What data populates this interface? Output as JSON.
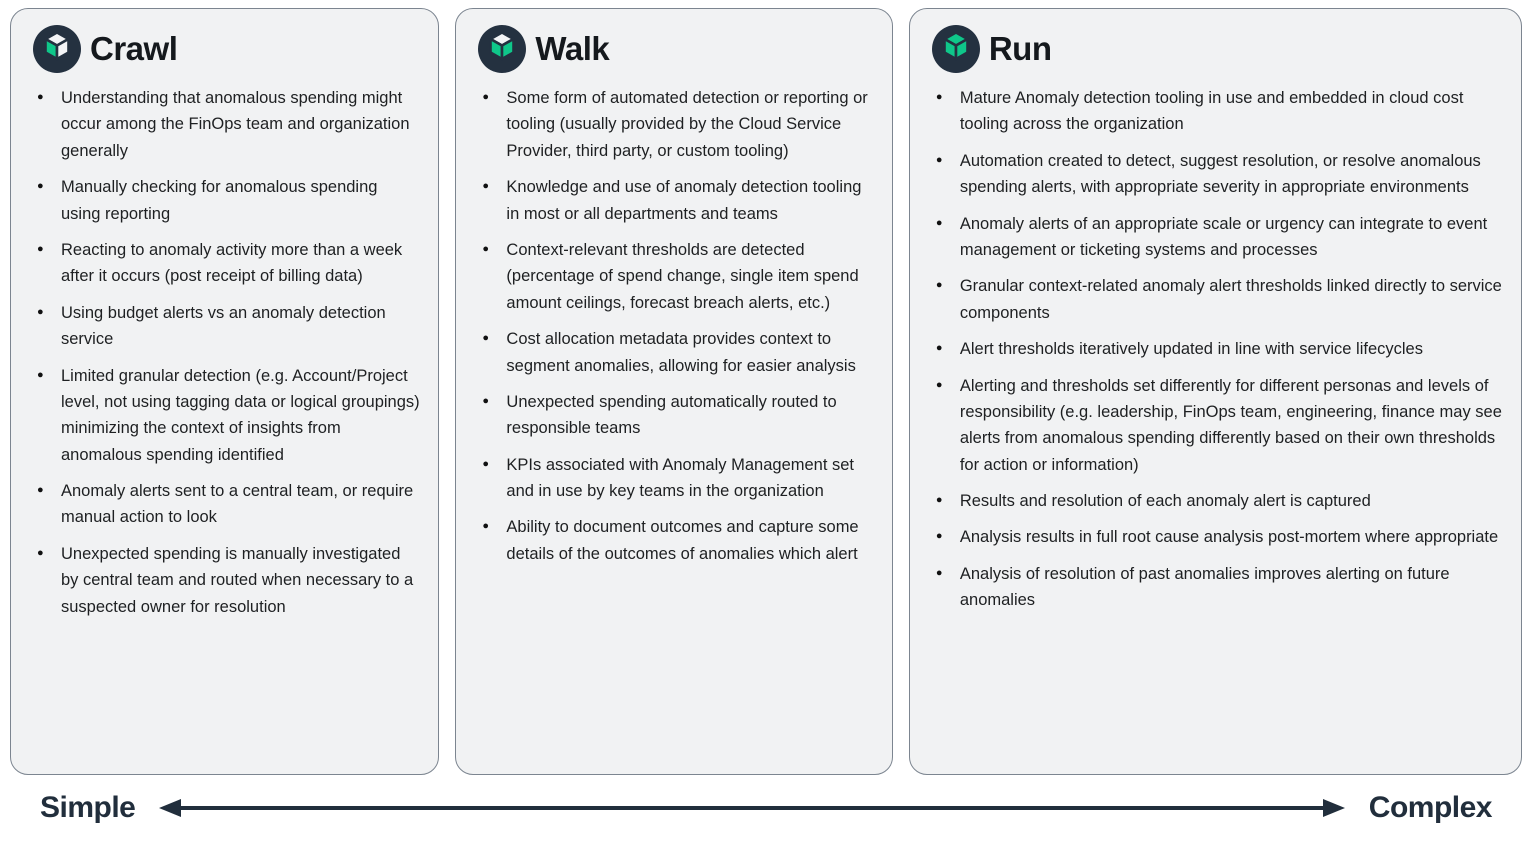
{
  "colors": {
    "page_bg": "#ffffff",
    "card_bg": "#f1f2f3",
    "card_border": "#7c8590",
    "title_text": "#15191d",
    "body_text": "#1e2022",
    "accent_green": "#0fc78a",
    "icon_navy": "#243140",
    "icon_face_light": "#f3f4f6",
    "arrow": "#212e3c"
  },
  "cards": [
    {
      "id": "crawl",
      "title": "Crawl",
      "icon": "cube-icon",
      "green_faces": [
        "left"
      ],
      "items": [
        "Understanding that anomalous spending might occur among the FinOps team and organization generally",
        "Manually checking for anomalous spending using reporting",
        "Reacting to anomaly activity more than a week after it occurs (post receipt of billing data)",
        "Using budget alerts vs an anomaly detection service",
        "Limited granular detection (e.g. Account/Project level, not using tagging data or logical groupings) minimizing the context of insights from anomalous spending identified",
        "Anomaly alerts sent to a central team, or require manual action to look",
        "Unexpected spending is manually investigated by central team and routed when necessary to a suspected owner for resolution"
      ]
    },
    {
      "id": "walk",
      "title": "Walk",
      "icon": "cube-icon",
      "green_faces": [
        "left",
        "right"
      ],
      "items": [
        "Some form of automated detection or reporting or tooling (usually provided by the Cloud Service Provider, third party, or custom tooling)",
        "Knowledge and use of anomaly detection tooling in most or all departments and teams",
        "Context-relevant thresholds are detected (percentage of spend change, single item spend amount ceilings, forecast breach alerts, etc.)",
        "Cost allocation metadata provides context to segment anomalies, allowing for easier analysis",
        "Unexpected spending automatically routed to responsible teams",
        "KPIs associated with Anomaly Management set and in use by key teams in the organization",
        "Ability to document outcomes and capture some details of the outcomes of anomalies which alert"
      ]
    },
    {
      "id": "run",
      "title": "Run",
      "icon": "cube-icon",
      "green_faces": [
        "top",
        "left",
        "right"
      ],
      "items": [
        "Mature Anomaly detection tooling in use and embedded in cloud cost tooling across the organization",
        "Automation created to detect, suggest resolution, or resolve anomalous spending alerts, with appropriate severity in appropriate environments",
        "Anomaly alerts of an appropriate scale or urgency can integrate to event management or ticketing systems and processes",
        "Granular context-related anomaly alert thresholds linked directly to service components",
        "Alert thresholds iteratively updated in line with service lifecycles",
        "Alerting and thresholds set differently for different personas and levels of responsibility (e.g. leadership, FinOps team, engineering, finance may see alerts from anomalous spending differently based on their own thresholds for action or information)",
        "Results and resolution of each anomaly alert is captured",
        "Analysis results in full root cause analysis post-mortem where appropriate",
        "Analysis of resolution of past anomalies improves alerting on future anomalies"
      ]
    }
  ],
  "axis": {
    "left_label": "Simple",
    "right_label": "Complex"
  }
}
